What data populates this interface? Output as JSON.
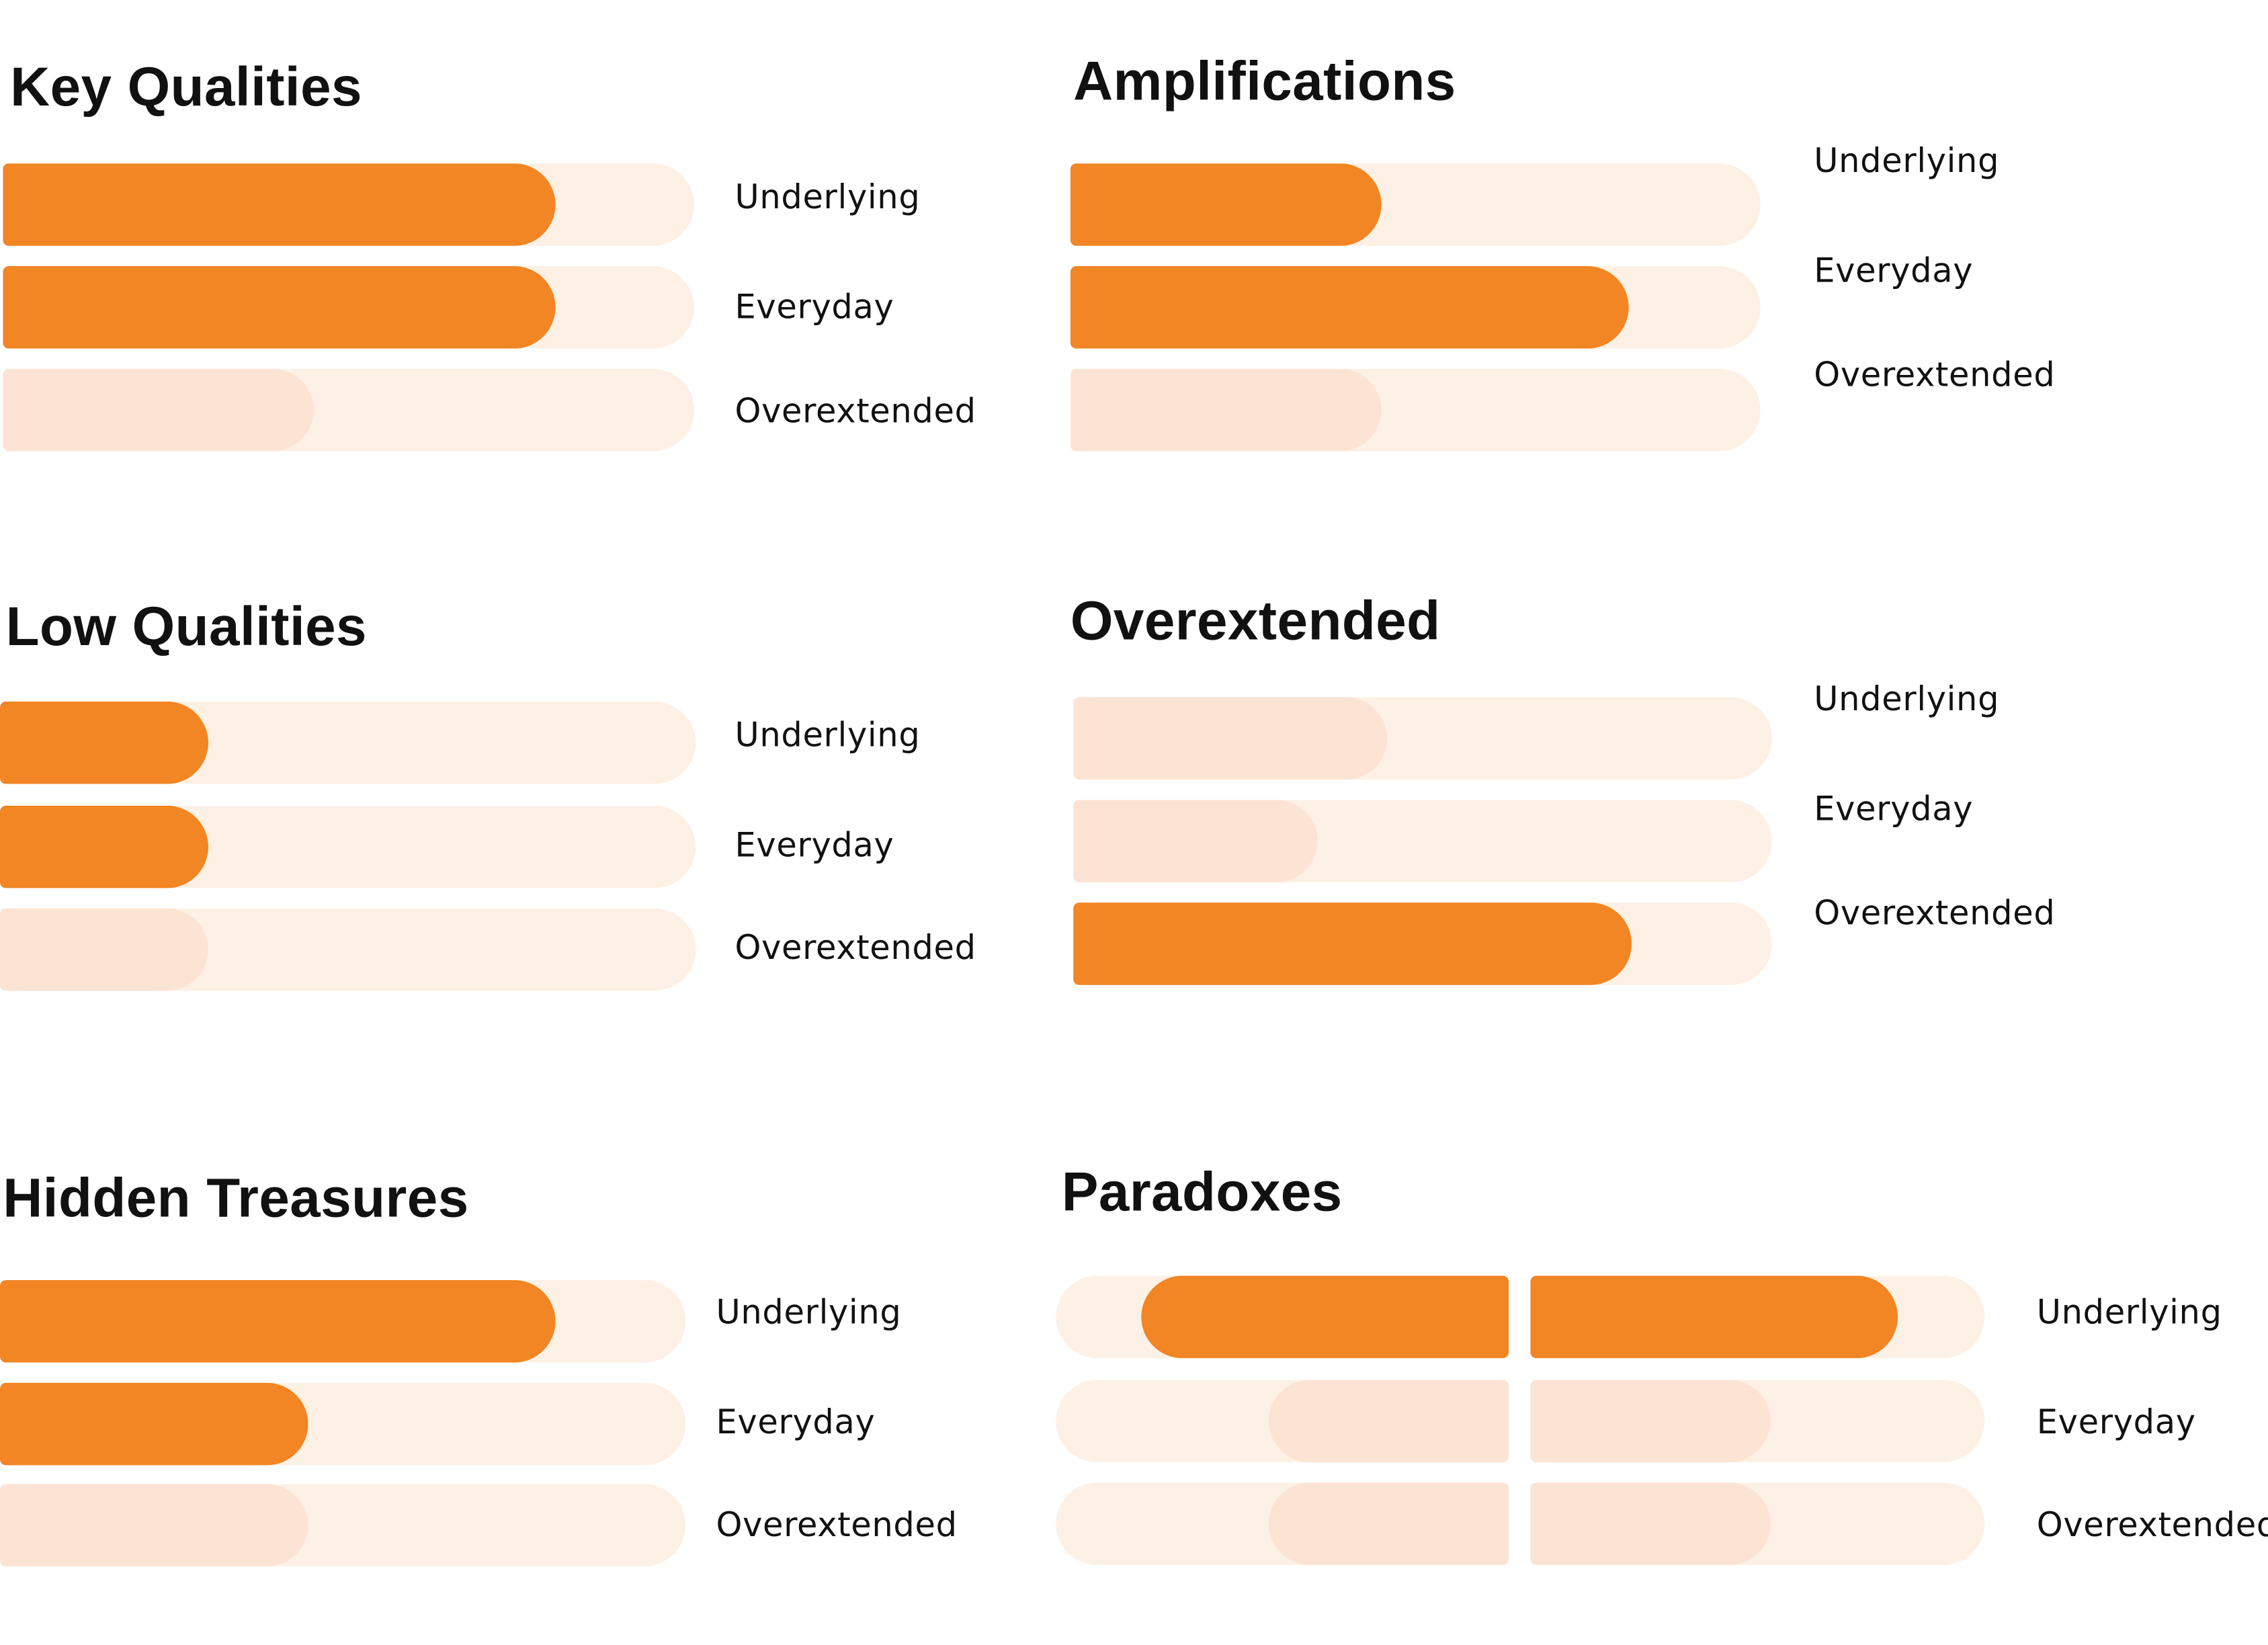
{
  "colors": {
    "strong": "#F28524",
    "faint": "#FCE4D4",
    "track": "#FDF1E6"
  },
  "chart_data": [
    {
      "type": "bar",
      "title": "Key Qualities",
      "categories": [
        "Underlying",
        "Everyday",
        "Overextended"
      ],
      "values": [
        0.8,
        0.8,
        0.45
      ],
      "emphasis": [
        "strong",
        "strong",
        "faint"
      ]
    },
    {
      "type": "bar",
      "title": "Amplifications",
      "categories": [
        "Underlying",
        "Everyday",
        "Overextended"
      ],
      "values": [
        0.45,
        0.81,
        0.45
      ],
      "emphasis": [
        "strong",
        "strong",
        "faint"
      ]
    },
    {
      "type": "bar",
      "title": "Low Qualities",
      "categories": [
        "Underlying",
        "Everyday",
        "Overextended"
      ],
      "values": [
        0.3,
        0.3,
        0.3
      ],
      "emphasis": [
        "strong",
        "strong",
        "faint"
      ]
    },
    {
      "type": "bar",
      "title": "Overextended",
      "categories": [
        "Underlying",
        "Everyday",
        "Overextended"
      ],
      "values": [
        0.45,
        0.35,
        0.8
      ],
      "emphasis": [
        "faint",
        "faint",
        "strong"
      ]
    },
    {
      "type": "bar",
      "title": "Hidden Treasures",
      "categories": [
        "Underlying",
        "Everyday",
        "Overextended"
      ],
      "values": [
        0.81,
        0.45,
        0.45
      ],
      "emphasis": [
        "strong",
        "strong",
        "faint"
      ]
    },
    {
      "type": "bar",
      "title": "Paradoxes",
      "categories": [
        "Underlying",
        "Everyday",
        "Overextended"
      ],
      "values_left": [
        0.81,
        0.53,
        0.53
      ],
      "values": [
        0.81,
        0.53,
        0.53
      ],
      "emphasis": [
        "strong",
        "faint",
        "faint"
      ]
    }
  ]
}
